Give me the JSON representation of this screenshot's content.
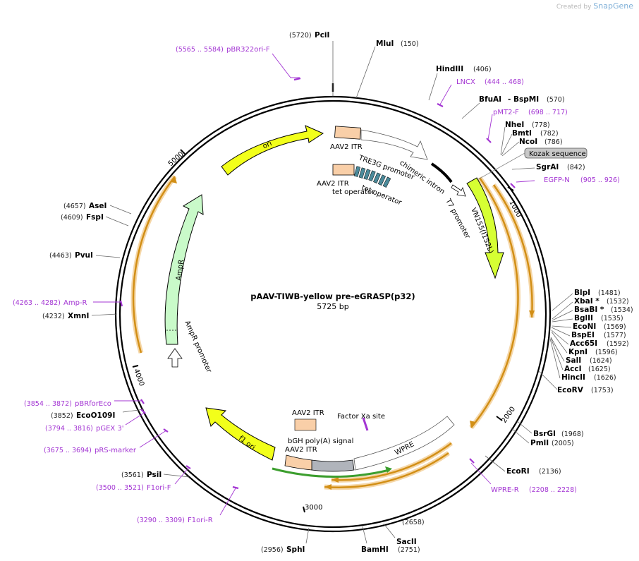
{
  "credit": {
    "created_by": "Created by",
    "brand": "SnapGene"
  },
  "plasmid": {
    "name": "pAAV-TIWB-yellow pre-eGRASP(p32)",
    "length_label": "5725 bp",
    "length": 5725
  },
  "colors": {
    "yellow": "#f2ff1a",
    "yellow_green": "#d6ff33",
    "orange_arc": "#d28f16",
    "light_orange_glow": "#f5d7a8",
    "aav_itr": "#f9cfa8",
    "tet_operator": "#4b8a9a",
    "ampr": "#c9fac9",
    "primer": "#a335d3",
    "bgh": "#b0b4bb"
  },
  "ticks": [
    {
      "pos": 1000,
      "label": "1000"
    },
    {
      "pos": 2000,
      "label": "2000"
    },
    {
      "pos": 3000,
      "label": "3000"
    },
    {
      "pos": 4000,
      "label": "4000"
    },
    {
      "pos": 5000,
      "label": "5000"
    }
  ],
  "sites": [
    {
      "name": "PciI",
      "pos": "(5720)",
      "side": "left"
    },
    {
      "name": "MluI",
      "pos": "(150)",
      "side": "right"
    },
    {
      "name": "HindIII",
      "pos": "(406)",
      "side": "right"
    },
    {
      "name": "BfuAI",
      "pos": "(570)",
      "side": "right",
      "extra": "- BspMI"
    },
    {
      "name": "NheI",
      "pos": "(778)",
      "side": "right"
    },
    {
      "name": "BmtI",
      "pos": "(782)",
      "side": "right"
    },
    {
      "name": "NcoI",
      "pos": "(786)",
      "side": "right"
    },
    {
      "name": "SgrAI",
      "pos": "(842)",
      "side": "right"
    },
    {
      "name": "BlpI",
      "pos": "(1481)",
      "side": "right"
    },
    {
      "name": "XbaI *",
      "pos": "(1532)",
      "side": "right"
    },
    {
      "name": "BsaBI *",
      "pos": "(1534)",
      "side": "right"
    },
    {
      "name": "BglII",
      "pos": "(1535)",
      "side": "right"
    },
    {
      "name": "EcoNI",
      "pos": "(1569)",
      "side": "right"
    },
    {
      "name": "BspEI",
      "pos": "(1577)",
      "side": "right"
    },
    {
      "name": "Acc65I",
      "pos": "(1592)",
      "side": "right"
    },
    {
      "name": "KpnI",
      "pos": "(1596)",
      "side": "right"
    },
    {
      "name": "SalI",
      "pos": "(1624)",
      "side": "right"
    },
    {
      "name": "AccI",
      "pos": "(1625)",
      "side": "right"
    },
    {
      "name": "HincII",
      "pos": "(1626)",
      "side": "right"
    },
    {
      "name": "EcoRV",
      "pos": "(1753)",
      "side": "right"
    },
    {
      "name": "BsrGI",
      "pos": "(1968)",
      "side": "right"
    },
    {
      "name": "PmlI",
      "pos": "(2005)",
      "side": "right"
    },
    {
      "name": "EcoRI",
      "pos": "(2136)",
      "side": "right"
    },
    {
      "name": "SacII",
      "pos": "(2658)",
      "side": "below"
    },
    {
      "name": "BamHI",
      "pos": "(2751)",
      "side": "below"
    },
    {
      "name": "SphI",
      "pos": "(2956)",
      "side": "left"
    },
    {
      "name": "PsiI",
      "pos": "(3561)",
      "side": "left"
    },
    {
      "name": "EcoO109I",
      "pos": "(3852)",
      "side": "left"
    },
    {
      "name": "XmnI",
      "pos": "(4232)",
      "side": "left"
    },
    {
      "name": "PvuI",
      "pos": "(4463)",
      "side": "left"
    },
    {
      "name": "FspI",
      "pos": "(4609)",
      "side": "left"
    },
    {
      "name": "AseI",
      "pos": "(4657)",
      "side": "left"
    }
  ],
  "primers": [
    {
      "name": "pBR322ori-F",
      "range": "(5565 .. 5584)",
      "side": "left"
    },
    {
      "name": "LNCX",
      "range": "(444 .. 468)",
      "side": "right"
    },
    {
      "name": "pMT2-F",
      "range": "(698 .. 717)",
      "side": "right"
    },
    {
      "name": "EGFP-N",
      "range": "(905 .. 926)",
      "side": "right"
    },
    {
      "name": "WPRE-R",
      "range": "(2208 .. 2228)",
      "side": "right"
    },
    {
      "name": "F1ori-R",
      "range": "(3290 .. 3309)",
      "side": "left"
    },
    {
      "name": "F1ori-F",
      "range": "(3500 .. 3521)",
      "side": "left"
    },
    {
      "name": "pRS-marker",
      "range": "(3675 .. 3694)",
      "side": "left"
    },
    {
      "name": "pGEX 3'",
      "range": "(3794 .. 3816)",
      "side": "left"
    },
    {
      "name": "pBRforEco",
      "range": "(3854 .. 3872)",
      "side": "left"
    },
    {
      "name": "Amp-R",
      "range": "(4263 .. 4282)",
      "side": "left"
    }
  ],
  "features": {
    "ori": "ori",
    "aav2_itr_top": "AAV2 ITR",
    "tre3g": "TRE3G promoter",
    "chimeric": "chimeric intron",
    "aav2_itr_left": "AAV2 ITR",
    "tet_op_1": "tet operator",
    "tet_op_2": "tet operator",
    "t7": "T7 promoter",
    "kozak": "Kozak sequence",
    "vn155": "VN155(I152L)",
    "ampr": "AmpR",
    "ampr_promoter": "AmpR promoter",
    "f1ori": "f1 ori",
    "aav2_itr_bottom": "AAV2 ITR",
    "factor_xa": "Factor Xa site",
    "bgh": "bGH poly(A) signal",
    "aav2_itr_bottom2": "AAV2 ITR",
    "wpre": "WPRE"
  }
}
